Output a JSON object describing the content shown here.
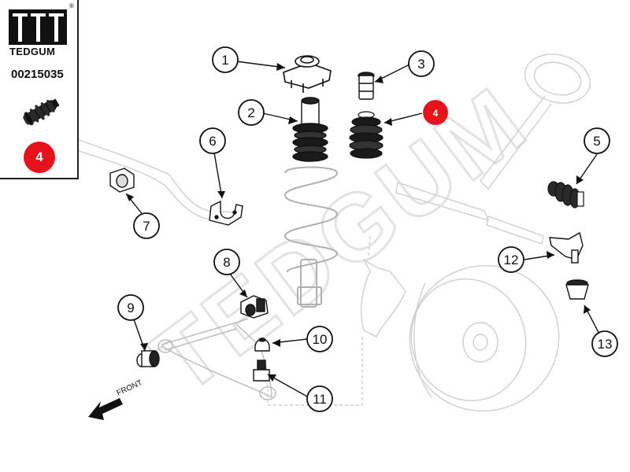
{
  "brand": {
    "name": "TEDGUM",
    "registered_mark": "®",
    "part_number": "00215035",
    "selected_position": "4",
    "accent_color": "#e8121a"
  },
  "diagram": {
    "direction_label": "FRONT",
    "watermark": "TEDGUM",
    "callouts": [
      {
        "label": "1",
        "part": "strut-top-mount",
        "highlighted": false
      },
      {
        "label": "2",
        "part": "bump-stop-with-boot",
        "highlighted": false
      },
      {
        "label": "3",
        "part": "bump-stop",
        "highlighted": false
      },
      {
        "label": "4",
        "part": "dust-boot",
        "highlighted": true
      },
      {
        "label": "5",
        "part": "steering-rack-boot",
        "highlighted": false
      },
      {
        "label": "6",
        "part": "stabilizer-bracket",
        "highlighted": false
      },
      {
        "label": "7",
        "part": "stabilizer-bushing",
        "highlighted": false
      },
      {
        "label": "8",
        "part": "arm-bushing-rear",
        "highlighted": false
      },
      {
        "label": "9",
        "part": "arm-bushing-front",
        "highlighted": false
      },
      {
        "label": "10",
        "part": "ball-joint-boot",
        "highlighted": false
      },
      {
        "label": "11",
        "part": "ball-joint",
        "highlighted": false
      },
      {
        "label": "12",
        "part": "tie-rod-end",
        "highlighted": false
      },
      {
        "label": "13",
        "part": "tie-rod-end-boot",
        "highlighted": false
      }
    ]
  }
}
